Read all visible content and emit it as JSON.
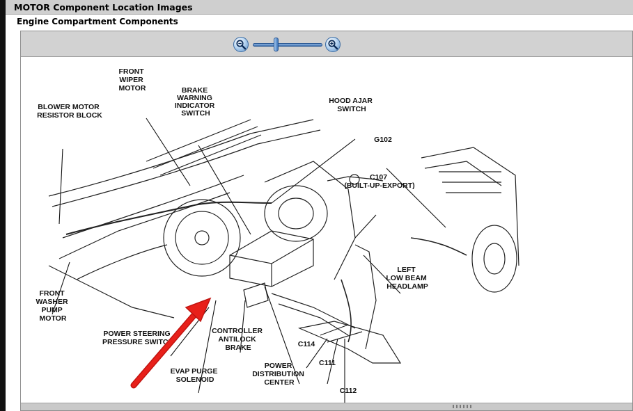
{
  "window": {
    "title": "MOTOR Component Location Images"
  },
  "section": {
    "title": "Engine Compartment Components"
  },
  "toolbar": {
    "zoom_out_icon": "zoom-out-magnifier-icon",
    "zoom_in_icon": "zoom-in-magnifier-icon",
    "zoom_level": 0.33
  },
  "diagram": {
    "labels": {
      "front_wiper_motor": [
        "FRONT",
        "WIPER",
        "MOTOR"
      ],
      "blower_motor": [
        "BLOWER MOTOR",
        "RESISTOR BLOCK"
      ],
      "brake_warning": [
        "BRAKE",
        "WARNING",
        "INDICATOR",
        "SWITCH"
      ],
      "hood_ajar": [
        "HOOD AJAR",
        "SWITCH"
      ],
      "g102": [
        "G102"
      ],
      "c107": [
        "C107",
        "(BUILT-UP-EXPORT)"
      ],
      "left_low_beam": [
        "LEFT",
        "LOW BEAM",
        "HEADLAMP"
      ],
      "front_washer": [
        "FRONT",
        "WASHER",
        "PUMP",
        "MOTOR"
      ],
      "power_steering": [
        "POWER STEERING",
        "PRESSURE SWITCH"
      ],
      "controller_antilock": [
        "CONTROLLER",
        "ANTILOCK",
        "BRAKE"
      ],
      "c114": [
        "C114"
      ],
      "c111": [
        "C111"
      ],
      "c112": [
        "C112"
      ],
      "evap_purge": [
        "EVAP PURGE",
        "SOLENOID"
      ],
      "power_distribution": [
        "POWER",
        "DISTRIBUTION",
        "CENTER"
      ]
    },
    "highlight_color": "#e8201a"
  }
}
